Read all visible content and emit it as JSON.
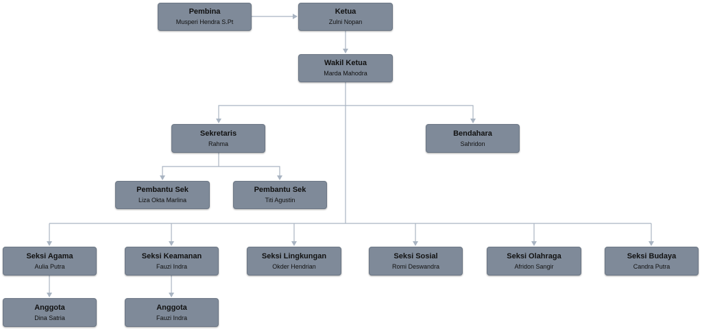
{
  "nodes": [
    {
      "id": "pembina",
      "title": "Pembina",
      "name": "Musperi Hendra S.Pt"
    },
    {
      "id": "ketua",
      "title": "Ketua",
      "name": "Zulni Nopan"
    },
    {
      "id": "wakil",
      "title": "Wakil Ketua",
      "name": "Marda Mahodra"
    },
    {
      "id": "sekretaris",
      "title": "Sekretaris",
      "name": "Rahma"
    },
    {
      "id": "bendahara",
      "title": "Bendahara",
      "name": "Sahridon"
    },
    {
      "id": "pembantu1",
      "title": "Pembantu Sek",
      "name": "Liza Okta Marlina"
    },
    {
      "id": "pembantu2",
      "title": "Pembantu Sek",
      "name": "Titi Agustin"
    },
    {
      "id": "agama",
      "title": "Seksi Agama",
      "name": "Aulia Putra"
    },
    {
      "id": "keamanan",
      "title": "Seksi Keamanan",
      "name": "Fauzi Indra"
    },
    {
      "id": "lingkungan",
      "title": "Seksi Lingkungan",
      "name": "Okder Hendrian"
    },
    {
      "id": "sosial",
      "title": "Seksi Sosial",
      "name": "Romi Deswandra"
    },
    {
      "id": "olahraga",
      "title": "Seksi Olahraga",
      "name": "Afridon Sangir"
    },
    {
      "id": "budaya",
      "title": "Seksi Budaya",
      "name": "Candra Putra"
    },
    {
      "id": "anggota1",
      "title": "Anggota",
      "name": "Dina Satria"
    },
    {
      "id": "anggota2",
      "title": "Anggota",
      "name": "Fauzi Indra"
    }
  ],
  "colors": {
    "node_fill": "#7f8a99",
    "connector": "#a9b4c2"
  }
}
